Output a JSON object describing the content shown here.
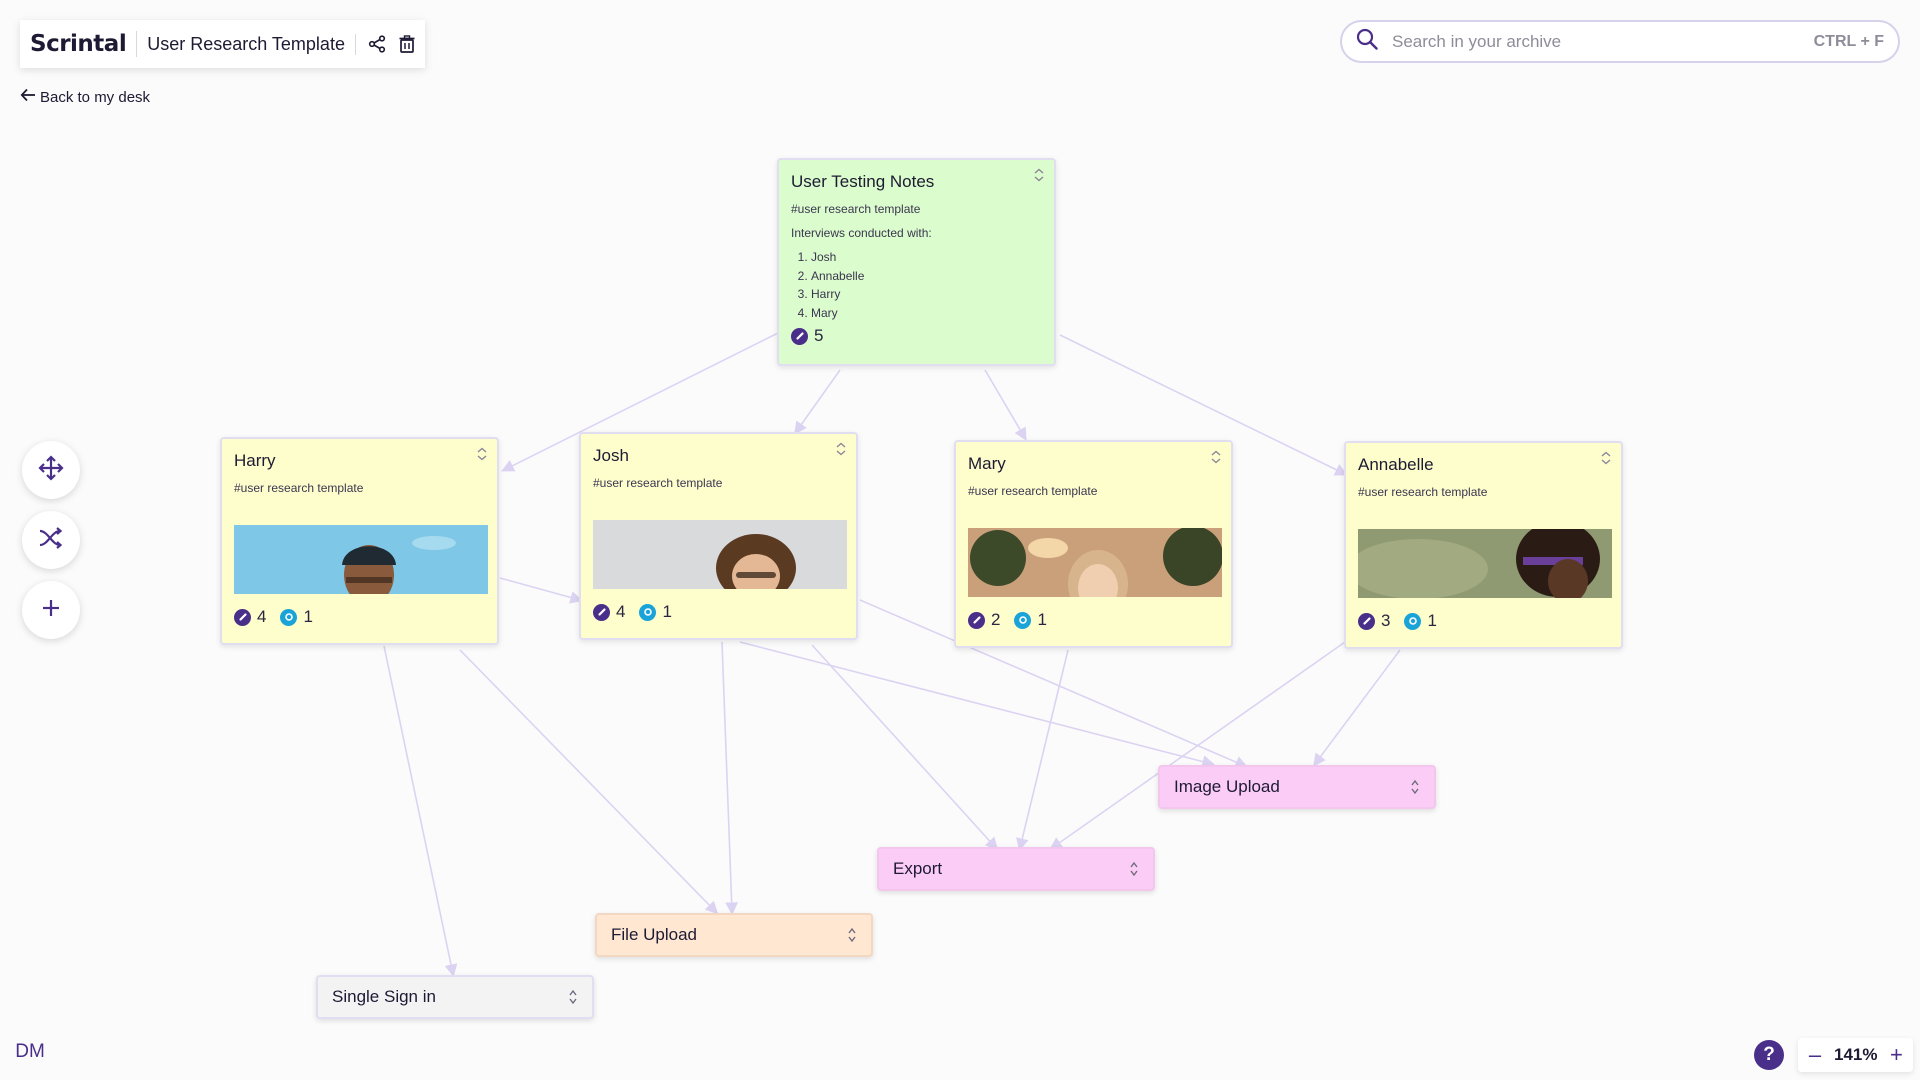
{
  "header": {
    "logo": "Scrintal",
    "board_title": "User Research Template",
    "back_label": "Back to my desk"
  },
  "search": {
    "placeholder": "Search in your archive",
    "shortcut": "CTRL + F"
  },
  "icons": {
    "share": "share-icon",
    "delete": "trash-icon",
    "back": "arrow-left-icon",
    "search": "magnifier-icon",
    "move": "move-arrows-icon",
    "shuffle": "shuffle-icon",
    "add": "plus-icon",
    "collapse": "chevron-collapse-icon",
    "link_badge": "link-icon",
    "attach_badge": "attachment-icon",
    "expand": "up-down-chevrons-icon"
  },
  "colors": {
    "accent": "#4a2f8a",
    "attach_badge": "#1aa3d8",
    "green_card": "#dbfccc",
    "yellow_card": "#fefecd",
    "pink_card": "#fbcdf6",
    "peach_card": "#ffe7d2",
    "grey_card": "#f3f3f4",
    "edge": "#dcd3f2"
  },
  "notes_card": {
    "title": "User Testing Notes",
    "tag": "#user research template",
    "intro": "Interviews conducted with:",
    "list": [
      "Josh",
      "Annabelle",
      "Harry",
      "Mary"
    ],
    "links": "5"
  },
  "person_cards": [
    {
      "name": "Harry",
      "tag": "#user research template",
      "links": "4",
      "attachments": "1"
    },
    {
      "name": "Josh",
      "tag": "#user research template",
      "links": "4",
      "attachments": "1"
    },
    {
      "name": "Mary",
      "tag": "#user research template",
      "links": "2",
      "attachments": "1"
    },
    {
      "name": "Annabelle",
      "tag": "#user research template",
      "links": "3",
      "attachments": "1"
    }
  ],
  "feature_cards": [
    {
      "label": "Image Upload"
    },
    {
      "label": "Export"
    },
    {
      "label": "File Upload"
    },
    {
      "label": "Single Sign in"
    }
  ],
  "footer": {
    "user_initials": "DM",
    "help": "?",
    "zoom_out": "–",
    "zoom_level": "141%",
    "zoom_in": "+"
  }
}
